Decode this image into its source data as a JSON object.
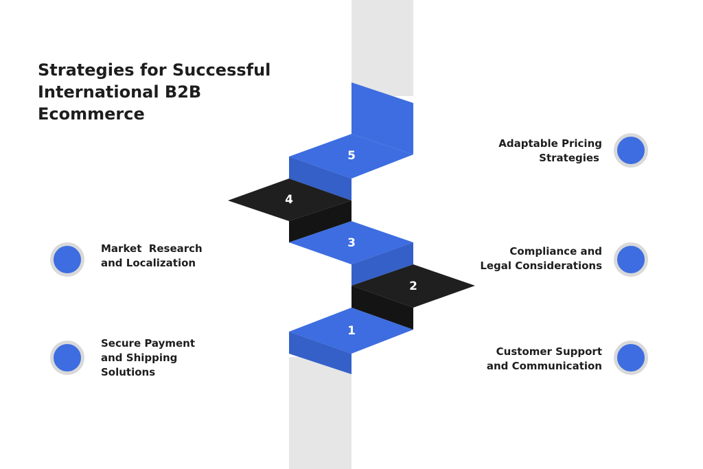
{
  "title": {
    "lines": [
      "Strategies for Successful",
      "International B2B",
      "Ecommerce"
    ]
  },
  "colors": {
    "blue": "#3d6de0",
    "blue_dark": "#3560c8",
    "black": "#1f1f1f",
    "black_dark": "#141414",
    "track": "#e6e6e6",
    "ring": "#d9d9d9",
    "text": "#1d1d1d"
  },
  "steps": [
    {
      "number": "1"
    },
    {
      "number": "2"
    },
    {
      "number": "3"
    },
    {
      "number": "4"
    },
    {
      "number": "5"
    }
  ],
  "strategies": {
    "adaptable_pricing": {
      "lines": [
        "Adaptable Pricing",
        "Strategies"
      ]
    },
    "compliance_legal": {
      "lines": [
        "Compliance and",
        "Legal Considerations"
      ]
    },
    "customer_support": {
      "lines": [
        "Customer Support",
        "and Communication"
      ]
    },
    "market_research": {
      "lines": [
        "Market  Research",
        "and Localization"
      ]
    },
    "secure_payment": {
      "lines": [
        "Secure Payment",
        "and Shipping",
        "Solutions"
      ]
    }
  }
}
